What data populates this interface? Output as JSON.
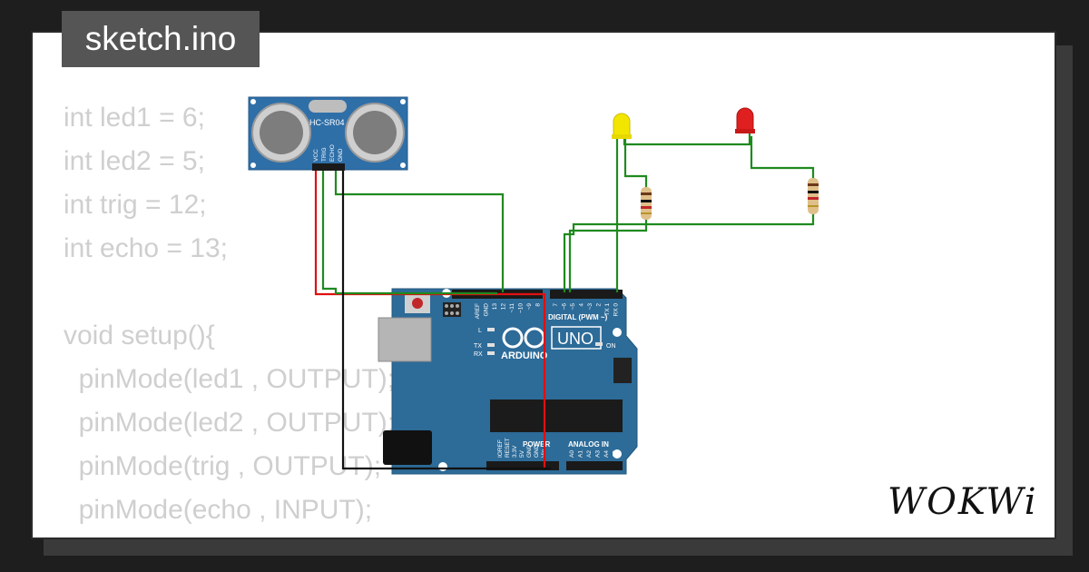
{
  "file_tab": {
    "label": "sketch.ino"
  },
  "code_lines": [
    "int led1 = 6;",
    "int led2 = 5;",
    "int trig = 12;",
    "int echo = 13;",
    "",
    "void setup(){",
    "  pinMode(led1 , OUTPUT);",
    "  pinMode(led2 , OUTPUT);",
    "  pinMode(trig , OUTPUT);",
    "  pinMode(echo , INPUT);"
  ],
  "sensor": {
    "model": "HC-SR04",
    "pins": [
      "VCC",
      "TRIG",
      "ECHO",
      "GND"
    ]
  },
  "board": {
    "brand": "ARDUINO",
    "model": "UNO",
    "digital_label": "DIGITAL (PWM ~)",
    "power_label": "POWER",
    "analog_label": "ANALOG IN",
    "led_labels": [
      "L",
      "TX",
      "RX",
      "ON"
    ],
    "top_pins": [
      "AREF",
      "GND",
      "13",
      "12",
      "~11",
      "~10",
      "~9",
      "8",
      "7",
      "~6",
      "~5",
      "4",
      "~3",
      "2",
      "TX 1",
      "RX 0"
    ],
    "power_pins": [
      "IOREF",
      "RESET",
      "3.3V",
      "5V",
      "GND",
      "GND",
      "Vin"
    ],
    "analog_pins": [
      "A0",
      "A1",
      "A2",
      "A3",
      "A4",
      "A5"
    ]
  },
  "leds": [
    {
      "color": "yellow",
      "hex": "#f2e600"
    },
    {
      "color": "red",
      "hex": "#e02020"
    }
  ],
  "logo": {
    "text": "WOKWi"
  },
  "colors": {
    "board": "#2d6b98",
    "sensor": "#2f6fa8",
    "wire_signal": "#1f8a1f",
    "wire_power": "#e01010",
    "wire_ground": "#111111"
  }
}
